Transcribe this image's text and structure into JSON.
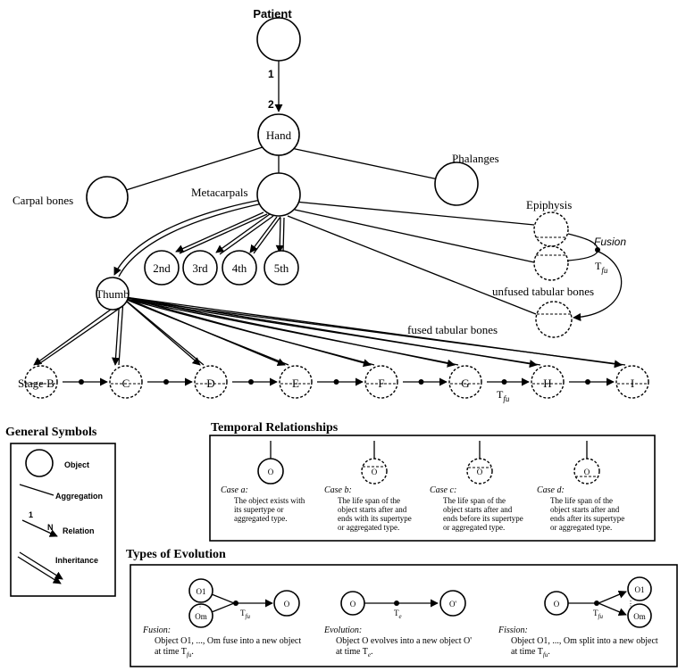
{
  "hierarchy": {
    "patient": "Patient",
    "rel_one": "1",
    "rel_two": "2",
    "hand": "Hand",
    "phalanges": "Phalanges",
    "carpal": "Carpal bones",
    "metacarpals": "Metacarpals",
    "epiphysis": "Epiphysis",
    "fusion": "Fusion",
    "tfu_base": "T",
    "tfu_sub": "fu",
    "unfused": "unfused tabular bones",
    "fused": "fused tabular bones",
    "fingers": [
      "2nd",
      "3rd",
      "4th",
      "5th"
    ],
    "thumb": "Thumb",
    "stages": [
      "Stage B",
      "C",
      "D",
      "E",
      "F",
      "G",
      "H",
      "I"
    ]
  },
  "legend": {
    "title": "General Symbols",
    "object": "Object",
    "aggregation": "Aggregation",
    "rel_one": "1",
    "rel_n": "N",
    "relation": "Relation",
    "inheritance": "Inheritance"
  },
  "temporal": {
    "title": "Temporal Relationships",
    "node": "O",
    "cases": [
      {
        "label": "Case a:",
        "lines": [
          "The object exists with",
          "its supertype or",
          "aggregated type."
        ]
      },
      {
        "label": "Case b:",
        "lines": [
          "The life span of the",
          "object starts after and",
          "ends with its supertype",
          "or aggregated type."
        ]
      },
      {
        "label": "Case c:",
        "lines": [
          "The life span of the",
          "object starts after and",
          "ends before its supertype",
          "or aggregated type."
        ]
      },
      {
        "label": "Case d:",
        "lines": [
          "The life span of the",
          "object starts after and",
          "ends after its supertype",
          "or aggregated type."
        ]
      }
    ]
  },
  "evolution": {
    "title": "Types of Evolution",
    "o1": "O1",
    "om": "Om",
    "o": "O",
    "o_prime": "O'",
    "ellipsis": "⋮",
    "t_base": "T",
    "fu": "fu",
    "e": "e",
    "fusion_label": "Fusion:",
    "fusion_lines": [
      "Object O1, ..., Om fuse into a new object",
      "at time T"
    ],
    "evolution_label": "Evolution:",
    "evolution_lines": [
      "Object O evolves into a new object O'",
      "at time T"
    ],
    "fission_label": "Fission:",
    "fission_lines": [
      "Object O1, ..., Om split into a new object",
      "at time T"
    ],
    "period": "."
  }
}
